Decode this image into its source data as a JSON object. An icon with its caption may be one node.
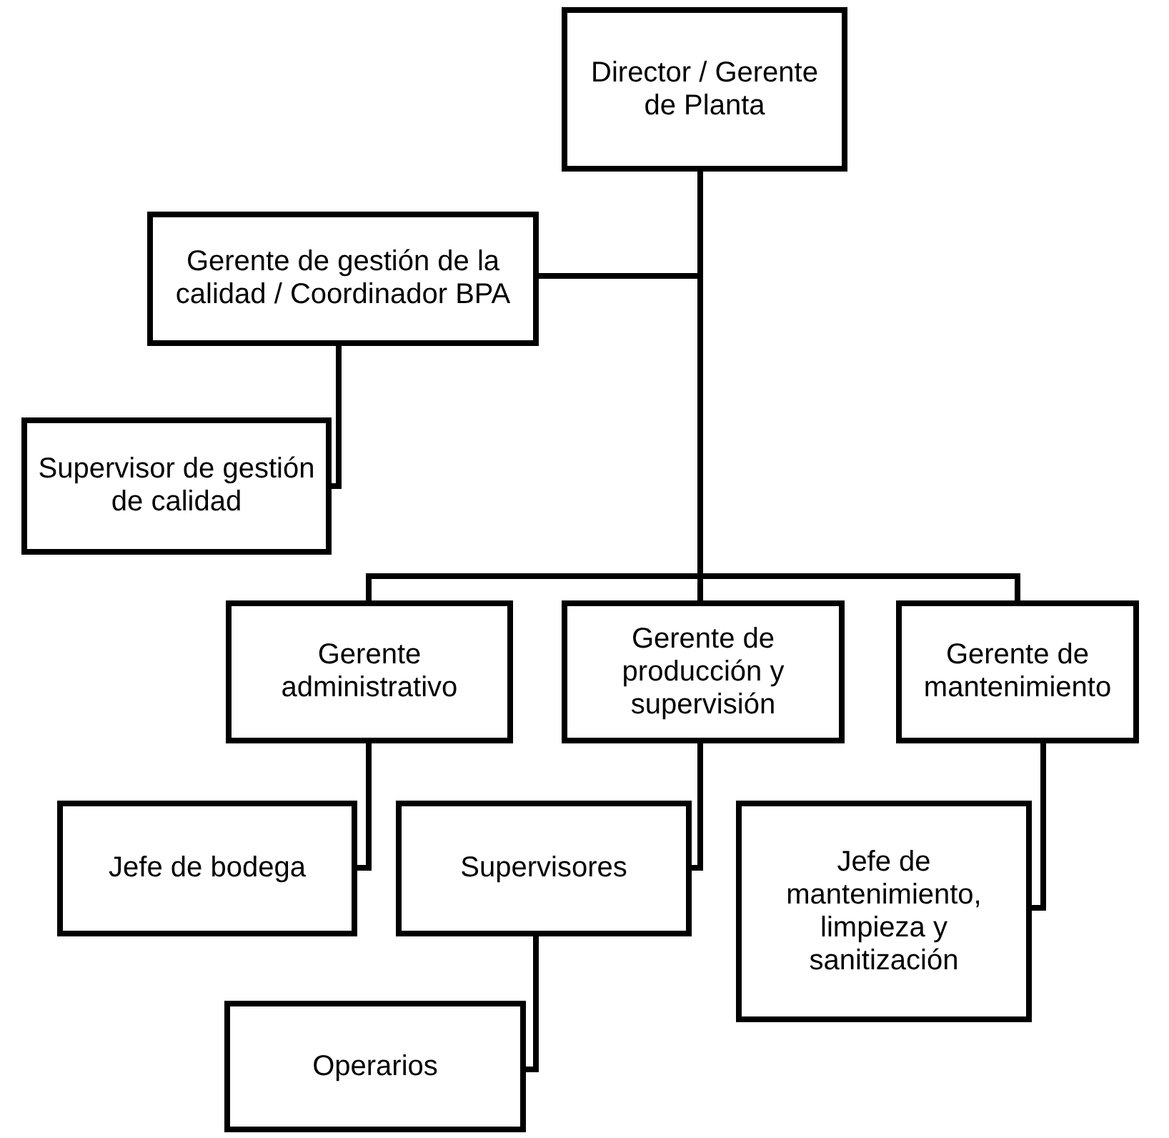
{
  "diagram": {
    "nodes": [
      {
        "text": [
          "Director / Gerente de Planta"
        ]
      },
      {
        "text": [
          "Gerente de gestión de la calidad / Coordinador BPA"
        ]
      },
      {
        "text": [
          "Supervisor de gestión de calidad"
        ]
      },
      {
        "text": [
          "Gerente administrativo"
        ]
      },
      {
        "text": [
          "Gerente de producción y supervisión"
        ]
      },
      {
        "text": [
          "Gerente de mantenimiento"
        ]
      },
      {
        "text": [
          "Jefe de bodega"
        ]
      },
      {
        "text": [
          "Supervisores"
        ]
      },
      {
        "text": [
          "Jefe de mantenimiento, limpieza y sanitización"
        ]
      },
      {
        "text": [
          "Operarios"
        ]
      }
    ],
    "edges": [
      {
        "from": 0,
        "to": 1,
        "arrow": "none"
      },
      {
        "from": 1,
        "to": 2,
        "arrow": "none"
      },
      {
        "from": 0,
        "to": 3,
        "arrow": "none"
      },
      {
        "from": 0,
        "to": 4,
        "arrow": "none"
      },
      {
        "from": 0,
        "to": 5,
        "arrow": "none"
      },
      {
        "from": 3,
        "to": 6,
        "arrow": "none"
      },
      {
        "from": 4,
        "to": 7,
        "arrow": "none"
      },
      {
        "from": 5,
        "to": 8,
        "arrow": "none"
      },
      {
        "from": 7,
        "to": 9,
        "arrow": "none"
      }
    ]
  }
}
